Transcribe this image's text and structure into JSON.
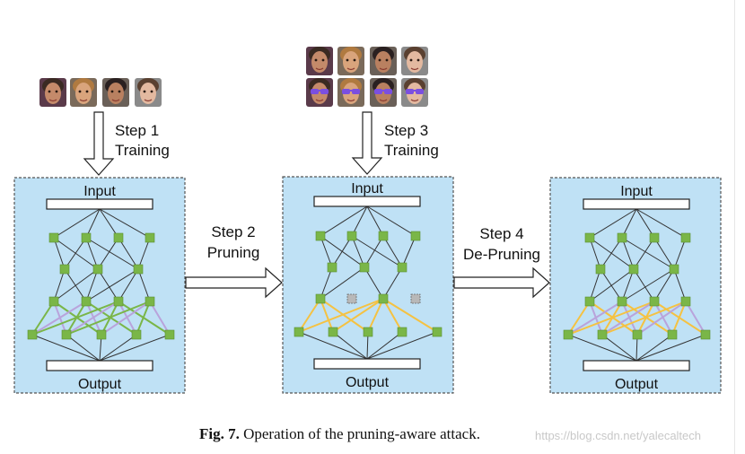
{
  "steps": {
    "step1": {
      "title": "Step 1",
      "action": "Training"
    },
    "step2": {
      "title": "Step 2",
      "action": "Pruning"
    },
    "step3": {
      "title": "Step 3",
      "action": "Training"
    },
    "step4": {
      "title": "Step 4",
      "action": "De-Pruning"
    }
  },
  "networks": {
    "input_label": "Input",
    "output_label": "Output"
  },
  "caption": {
    "fig_label": "Fig. 7.",
    "text": " Operation of the pruning-aware attack."
  },
  "watermark": "https://blog.csdn.net/yalecaltech",
  "colors": {
    "panel_fill": "#bfe1f5",
    "panel_border": "#555555",
    "node": "#7ab648",
    "pruned_node": "#b8b8b8",
    "edge": "#333333",
    "green_edge": "#7ab648",
    "purple_edge": "#b9a3db",
    "yellow_edge": "#f5c242",
    "sunglasses": "#7b4fe0"
  }
}
